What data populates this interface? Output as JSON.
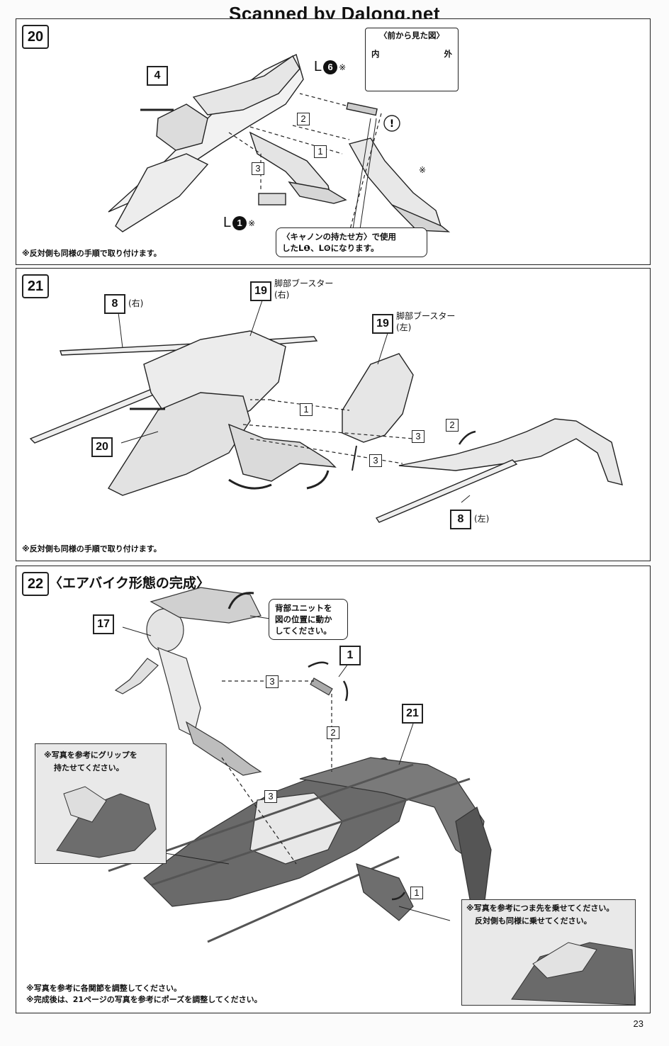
{
  "watermark": "Scanned by Dalong.net",
  "page_number": "23",
  "step20": {
    "number": "20",
    "ref_4": "4",
    "front_view_title": "〈前から見た図〉",
    "front_inner": "内",
    "front_outer": "外",
    "l6_letter": "L",
    "l6_num": "6",
    "l1_letter": "L",
    "l1_num": "1",
    "mark": "※",
    "seq_1": "1",
    "seq_2": "2",
    "seq_3": "3",
    "cannon_note_line1": "〈キャノンの持たせ方〉で使用",
    "cannon_note_line2": "したL❶、L❻になります。",
    "footnote": "※反対側も同様の手順で取り付けます。"
  },
  "step21": {
    "number": "21",
    "ref_8_right": "8",
    "right_label": "(右)",
    "ref_19_top": "19",
    "booster_label": "脚部ブースター",
    "booster_right": "(右)",
    "ref_19_left": "19",
    "booster_left": "(左)",
    "ref_20": "20",
    "ref_8_left": "8",
    "left_label": "(左)",
    "seq_1": "1",
    "seq_2": "2",
    "seq_3a": "3",
    "seq_3b": "3",
    "footnote": "※反対側も同様の手順で取り付けます。"
  },
  "step22": {
    "number": "22",
    "title": "〈エアバイク形態の完成〉",
    "ref_17": "17",
    "ref_1": "1",
    "ref_21": "21",
    "back_unit_line1": "背部ユニットを",
    "back_unit_line2": "図の位置に動か",
    "back_unit_line3": "してください。",
    "grip_line1": "※写真を参考にグリップを",
    "grip_line2": "持たせてください。",
    "toe_line1": "※写真を参考につま先を乗せてください。",
    "toe_line2": "反対側も同様に乗せてください。",
    "seq_3a": "3",
    "seq_2": "2",
    "seq_3b": "3",
    "seq_1": "1",
    "footnote_1": "※写真を参考に各関節を調整してください。",
    "footnote_2": "※完成後は、21ページの写真を参考にポーズを調整してください。"
  }
}
